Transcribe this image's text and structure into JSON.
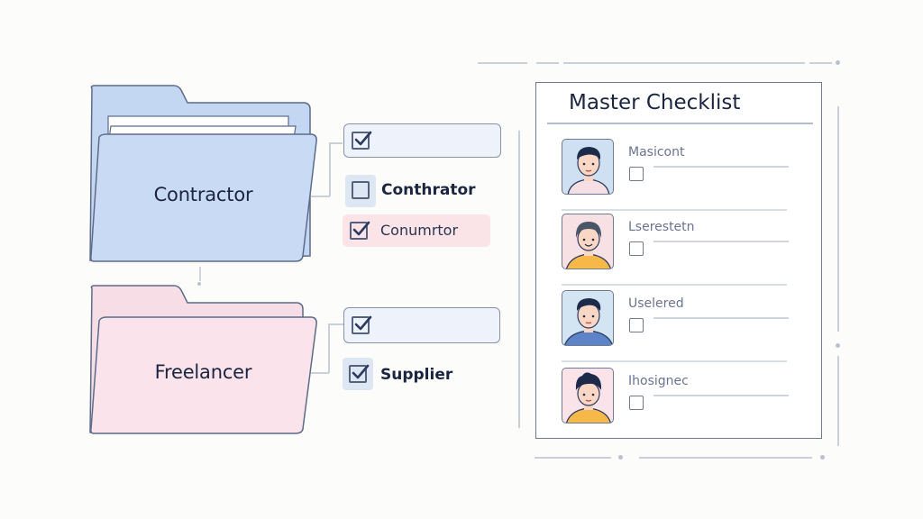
{
  "folders": [
    {
      "label": "Contractor",
      "color": "#c9dbf4",
      "border": "#5d6b8a",
      "has_papers": true
    },
    {
      "label": "Freelancer",
      "color": "#fae3ea",
      "border": "#5d6b8a",
      "has_papers": false
    }
  ],
  "contractor_checks": [
    {
      "label": "",
      "checked": true,
      "style": "field-box"
    },
    {
      "label": "Conthrator",
      "checked": false,
      "style": "highlighted-bold"
    },
    {
      "label": "Conumrtor",
      "checked": true,
      "style": "pink-row"
    }
  ],
  "freelancer_checks": [
    {
      "label": "",
      "checked": true,
      "style": "field-box"
    },
    {
      "label": "Supplier",
      "checked": true,
      "style": "highlighted-bold"
    }
  ],
  "checklist": {
    "title": "Master Checklist",
    "entries": [
      {
        "name": "Masicont",
        "checked": false,
        "avatar_bg": "#cfe0f2",
        "shirt": "#f6dfe4",
        "hair": "#1e2a4a"
      },
      {
        "name": "Lserestetn",
        "checked": false,
        "avatar_bg": "#f8e1e4",
        "shirt": "#f7b84a",
        "hair": "#4b5568"
      },
      {
        "name": "Uselered",
        "checked": false,
        "avatar_bg": "#d3e5f3",
        "shirt": "#5d84c7",
        "hair": "#1e2a4a"
      },
      {
        "name": "Ihosignec",
        "checked": false,
        "avatar_bg": "#fae4ea",
        "shirt": "#f7b84a",
        "hair": "#1e2a4a"
      }
    ]
  },
  "colors": {
    "ink": "#1b2540",
    "blue_accent": "#c9dbf4",
    "pink_accent": "#fae3ea",
    "line": "#c9d0da"
  },
  "icons": {
    "check": "checkbox-checked-icon",
    "empty": "checkbox-empty-icon",
    "folder": "folder-icon",
    "avatar": "user-avatar-icon"
  }
}
